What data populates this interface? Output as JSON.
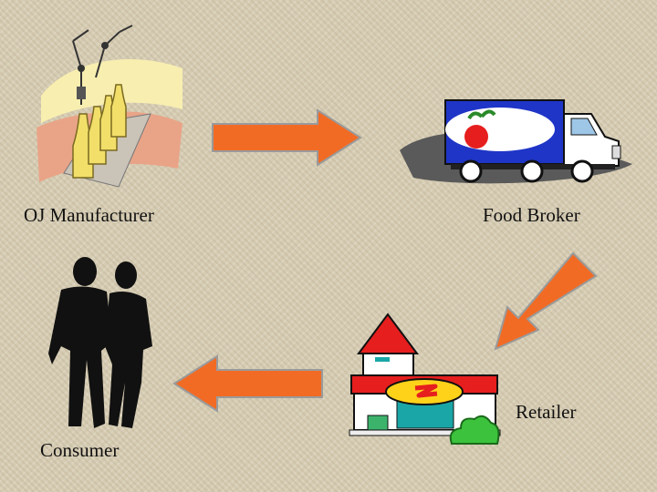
{
  "nodes": {
    "manufacturer": {
      "label": "OJ Manufacturer",
      "icon": "bottling-line-icon"
    },
    "broker": {
      "label": "Food Broker",
      "icon": "delivery-truck-icon"
    },
    "retailer": {
      "label": "Retailer",
      "icon": "store-icon"
    },
    "consumer": {
      "label": "Consumer",
      "icon": "couple-silhouette-icon"
    }
  },
  "colors": {
    "arrow_fill": "#f26b24",
    "arrow_outline": "#9a9a9a",
    "truck_blue": "#1f35c7",
    "store_red": "#e61e1e",
    "store_teal": "#1aa6a6",
    "store_yellow": "#ffd21a",
    "bottle_yellow": "#f1df6a"
  },
  "flow": [
    {
      "from": "manufacturer",
      "to": "broker",
      "direction": "right"
    },
    {
      "from": "broker",
      "to": "retailer",
      "direction": "down-left"
    },
    {
      "from": "retailer",
      "to": "consumer",
      "direction": "left"
    }
  ]
}
